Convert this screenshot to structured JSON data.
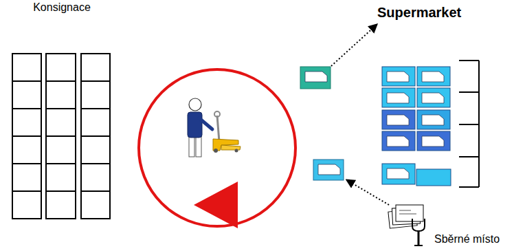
{
  "diagram": {
    "nodes": [
      {
        "text": [
          "Konsignace"
        ]
      }
    ],
    "labels": [
      "Supermarket",
      "Sběrné místo"
    ]
  }
}
